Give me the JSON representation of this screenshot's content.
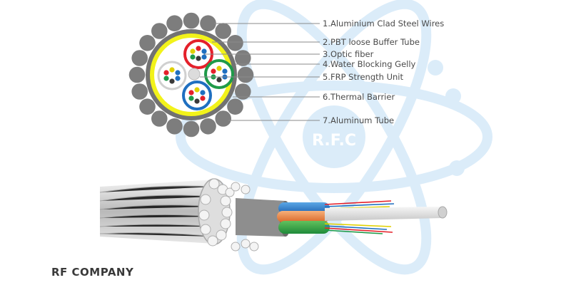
{
  "diagram": {
    "labels": [
      "1.Aluminium Clad Steel Wires",
      "2.PBT loose Buffer Tube",
      "3.Optic fiber",
      "4.Water Blocking Gelly",
      "5.FRP Strength Unit",
      "6.Thermal Barrier",
      "7.Aluminum Tube"
    ]
  },
  "watermark": {
    "text": "R.F.C"
  },
  "brand": {
    "name": "RF COMPANY"
  },
  "colors": {
    "wire": "#7d7d7d",
    "thermal_barrier": "#f2f21a",
    "tube_red": "#e4202a",
    "tube_green": "#1f9a49",
    "tube_blue": "#1f6fc0",
    "watermark": "#cfe6f8"
  }
}
